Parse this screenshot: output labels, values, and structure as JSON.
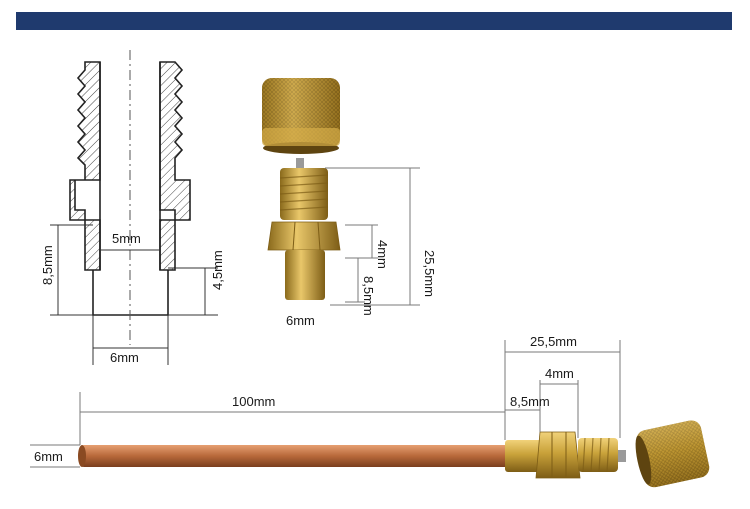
{
  "header": {
    "band_color": "#1f3a6e"
  },
  "colors": {
    "brass": "#c9a23a",
    "brass_dark": "#8a6a1c",
    "copper": "#b8693a",
    "line": "#222222"
  },
  "cross_section": {
    "inner_diameter": "5mm",
    "outer_height": "8,5mm",
    "inner_height": "4,5mm",
    "tube_diameter": "6mm"
  },
  "photo": {
    "total_length": "25,5mm",
    "thread_length": "4mm",
    "base_length": "8,5mm",
    "base_diameter": "6mm"
  },
  "assembly": {
    "tube_length": "100mm",
    "tube_diameter": "6mm",
    "valve_length": "25,5mm",
    "hex_length": "4mm",
    "base_length": "8,5mm"
  }
}
